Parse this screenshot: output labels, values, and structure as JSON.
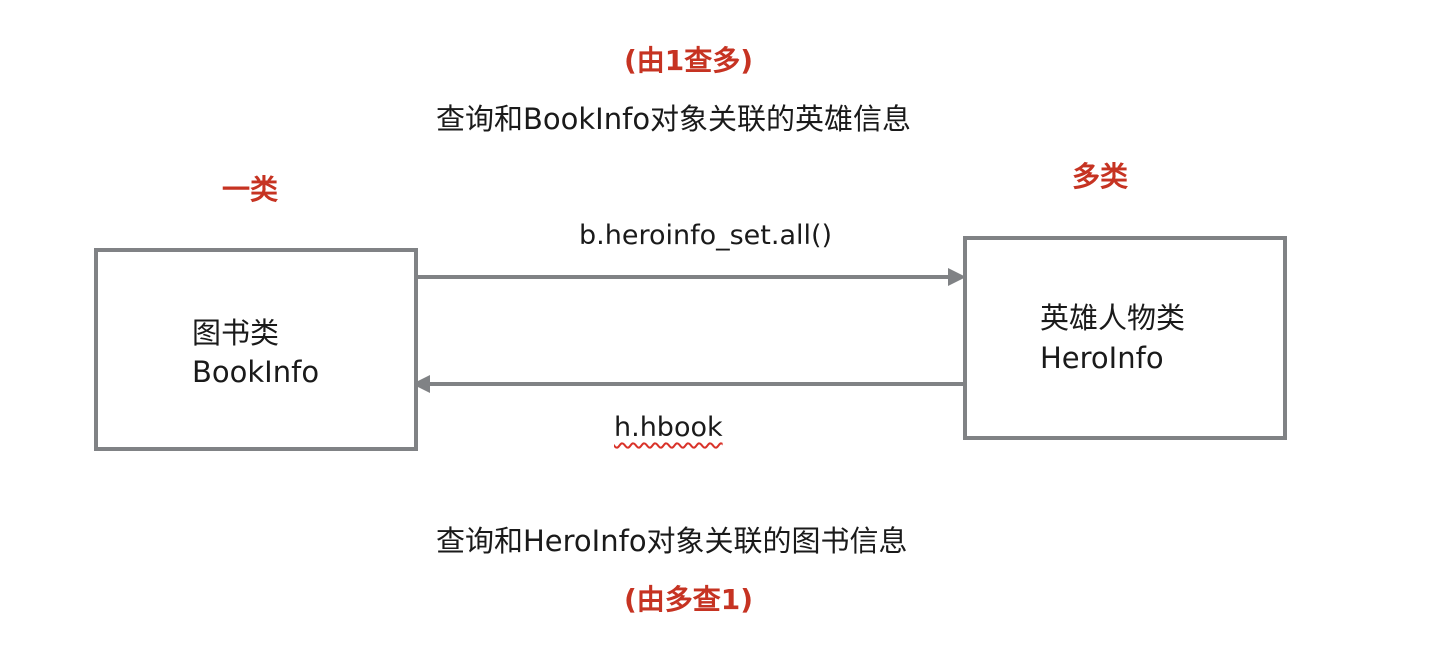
{
  "top": {
    "direction": "(由1查多)",
    "description": "查询和BookInfo对象关联的英雄信息"
  },
  "left": {
    "category": "一类",
    "box_line1": "图书类",
    "box_line2": "BookInfo"
  },
  "right": {
    "category": "多类",
    "box_line1": "英雄人物类",
    "box_line2": "HeroInfo"
  },
  "arrows": {
    "forward_label": "b.heroinfo_set.all()",
    "backward_label": "h.hbook"
  },
  "bottom": {
    "description": "查询和HeroInfo对象关联的图书信息",
    "direction": "(由多查1)"
  },
  "colors": {
    "accent": "#c63322",
    "box_border": "#808285",
    "arrow": "#808285",
    "text": "#1a1a1a"
  }
}
